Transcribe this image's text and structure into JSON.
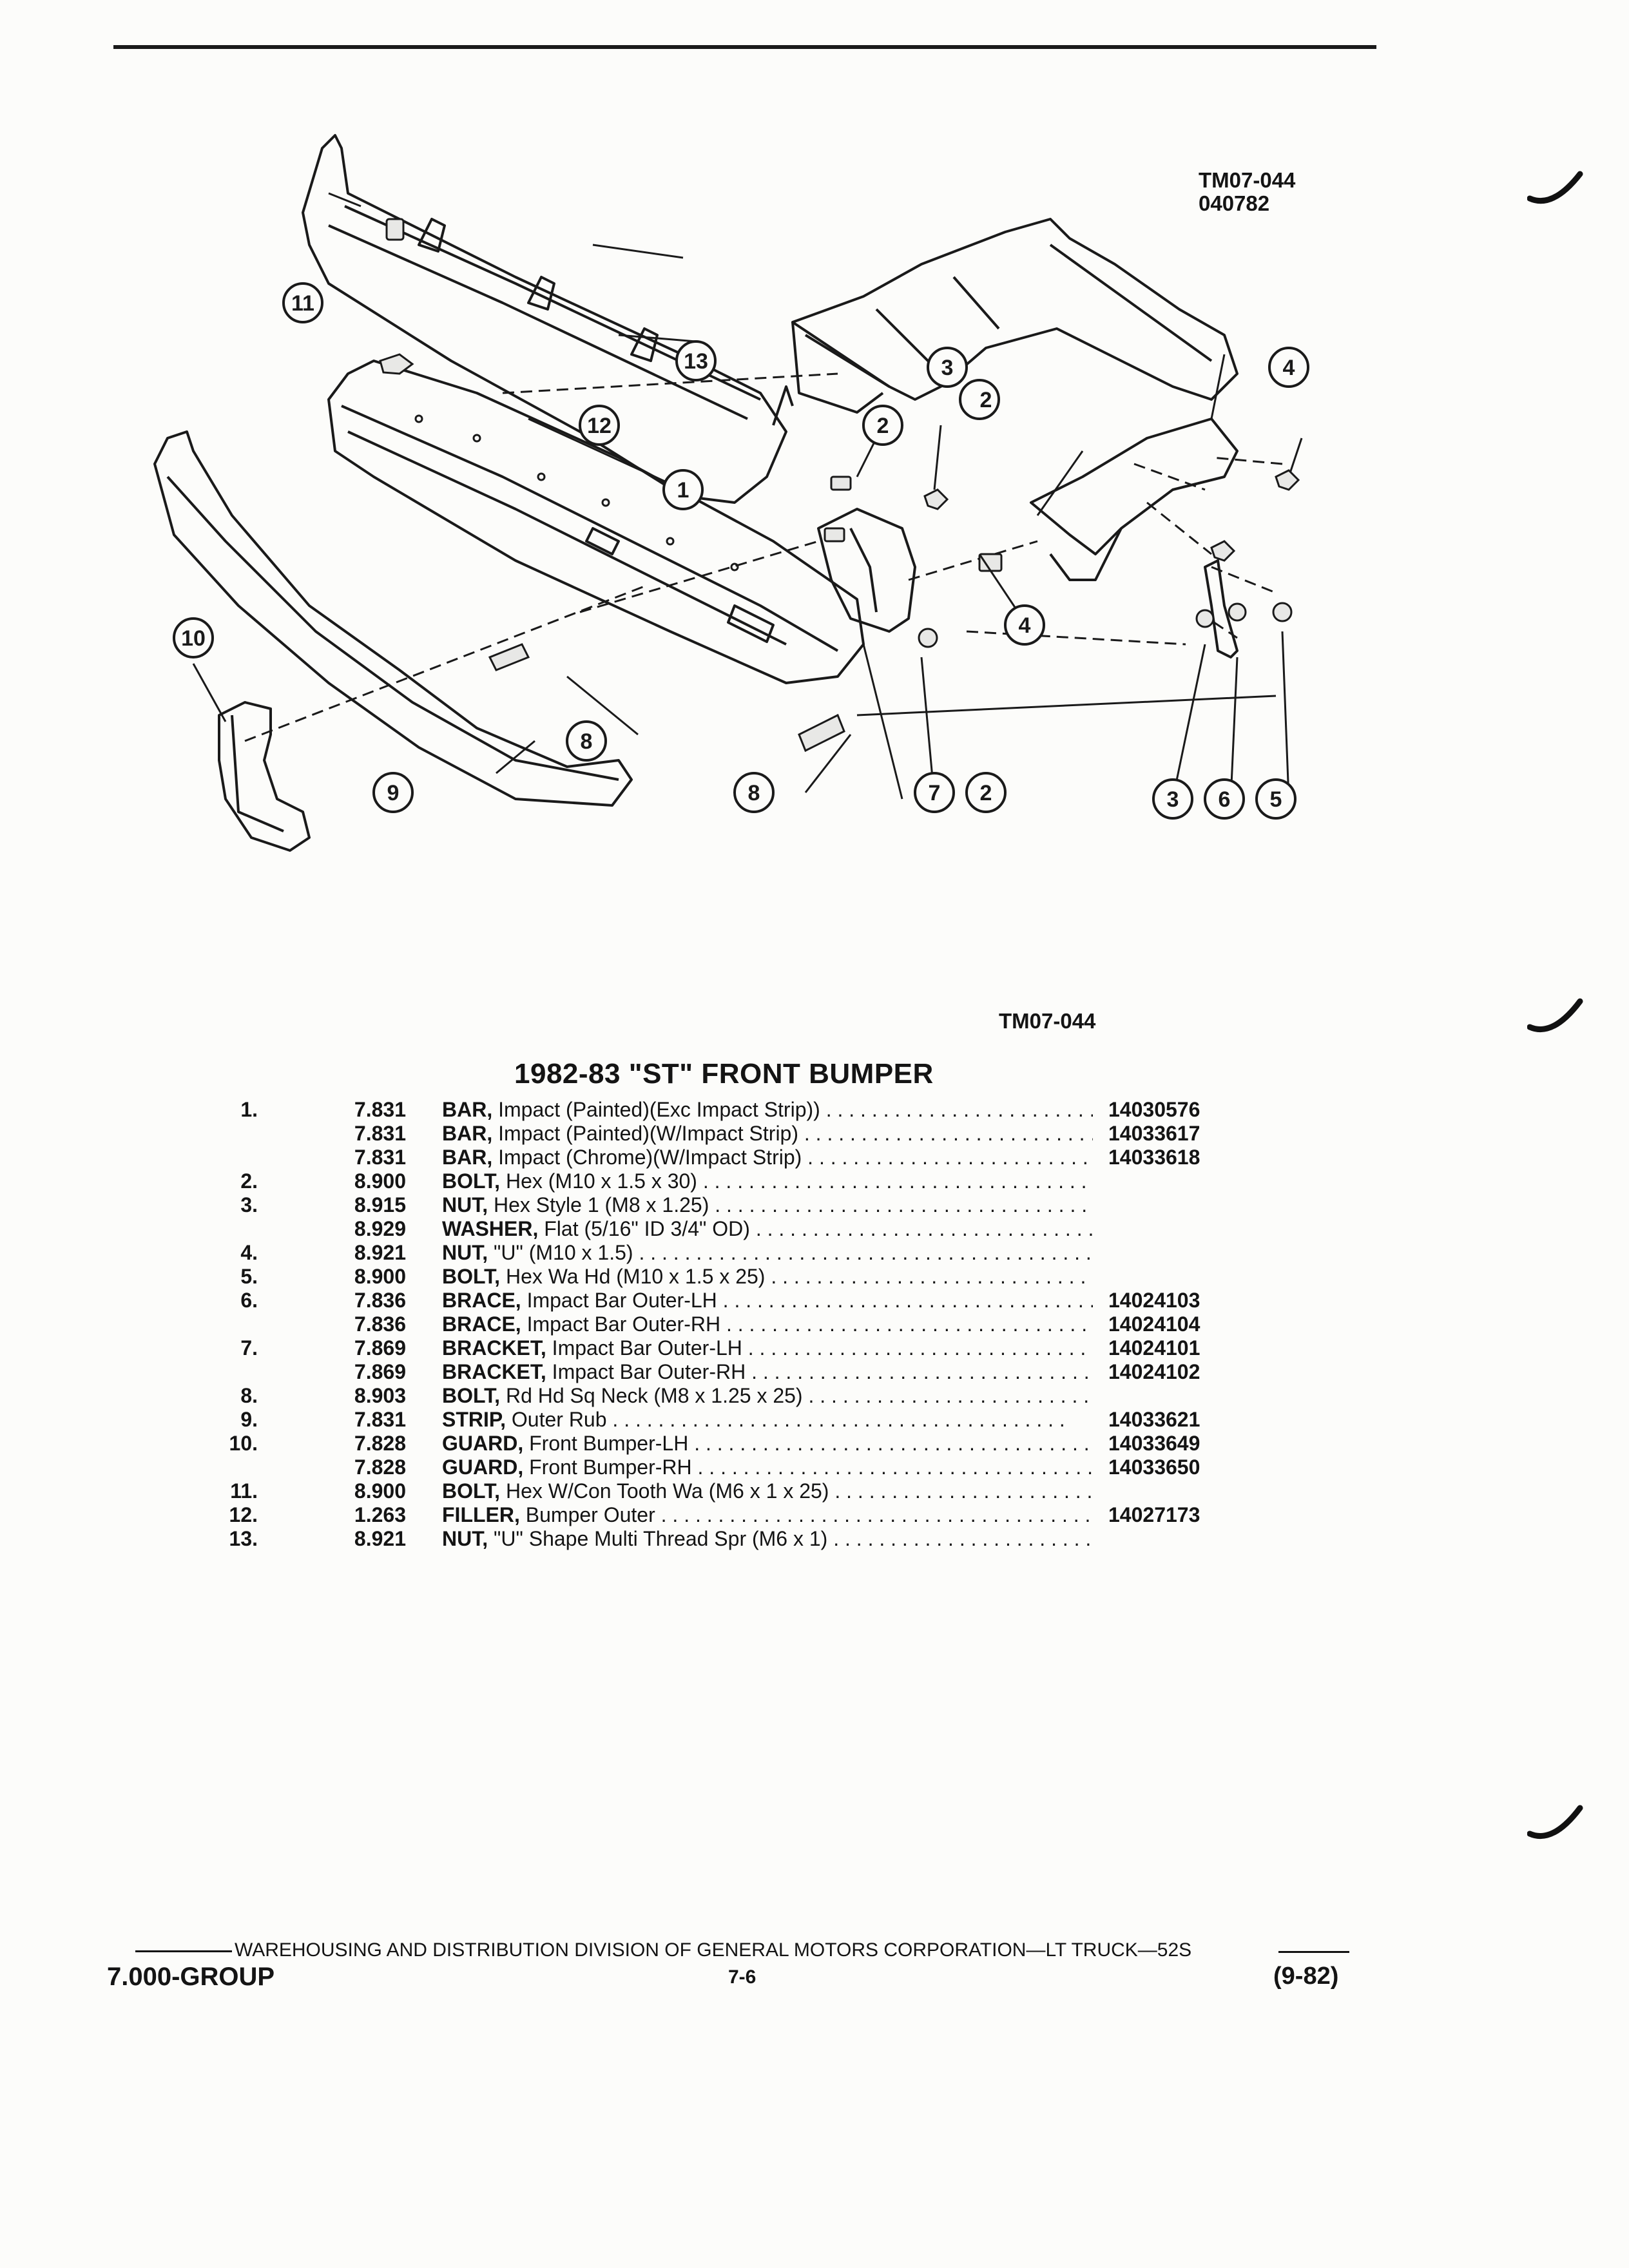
{
  "diagram": {
    "id_lines": [
      "TM07-044",
      "040782"
    ],
    "callouts": [
      "1",
      "2",
      "3",
      "4",
      "5",
      "6",
      "7",
      "8",
      "9",
      "10",
      "11",
      "12",
      "13"
    ],
    "caption": "TM07-044"
  },
  "catalog": {
    "title": "1982-83 \"ST\" FRONT BUMPER",
    "rows": [
      {
        "item": "1.",
        "group": "7.831",
        "name": "BAR,",
        "detail": " Impact (Painted)(Exc Impact Strip))",
        "part": "14030576"
      },
      {
        "item": "",
        "group": "7.831",
        "name": "BAR,",
        "detail": " Impact (Painted)(W/Impact Strip)",
        "part": "14033617"
      },
      {
        "item": "",
        "group": "7.831",
        "name": "BAR,",
        "detail": " Impact (Chrome)(W/Impact Strip)",
        "part": "14033618"
      },
      {
        "item": "2.",
        "group": "8.900",
        "name": "BOLT,",
        "detail": " Hex (M10 x 1.5 x 30)",
        "part": ""
      },
      {
        "item": "3.",
        "group": "8.915",
        "name": "NUT,",
        "detail": " Hex Style 1 (M8 x 1.25)",
        "part": ""
      },
      {
        "item": "",
        "group": "8.929",
        "name": "WASHER,",
        "detail": " Flat (5/16\" ID 3/4\" OD)",
        "part": ""
      },
      {
        "item": "4.",
        "group": "8.921",
        "name": "NUT,",
        "detail": " \"U\" (M10 x 1.5)",
        "part": ""
      },
      {
        "item": "5.",
        "group": "8.900",
        "name": "BOLT,",
        "detail": " Hex Wa Hd (M10 x 1.5 x 25)",
        "part": ""
      },
      {
        "item": "6.",
        "group": "7.836",
        "name": "BRACE,",
        "detail": " Impact Bar Outer-LH",
        "part": "14024103"
      },
      {
        "item": "",
        "group": "7.836",
        "name": "BRACE,",
        "detail": " Impact Bar Outer-RH",
        "part": "14024104"
      },
      {
        "item": "7.",
        "group": "7.869",
        "name": "BRACKET,",
        "detail": " Impact Bar Outer-LH",
        "part": "14024101"
      },
      {
        "item": "",
        "group": "7.869",
        "name": "BRACKET,",
        "detail": " Impact Bar Outer-RH",
        "part": "14024102"
      },
      {
        "item": "8.",
        "group": "8.903",
        "name": "BOLT,",
        "detail": " Rd Hd Sq Neck (M8 x 1.25 x 25)",
        "part": ""
      },
      {
        "item": "9.",
        "group": "7.831",
        "name": "STRIP,",
        "detail": " Outer Rub",
        "part": "14033621"
      },
      {
        "item": "10.",
        "group": "7.828",
        "name": "GUARD,",
        "detail": " Front Bumper-LH",
        "part": "14033649"
      },
      {
        "item": "",
        "group": "7.828",
        "name": "GUARD,",
        "detail": " Front Bumper-RH",
        "part": "14033650"
      },
      {
        "item": "11.",
        "group": "8.900",
        "name": "BOLT,",
        "detail": " Hex W/Con Tooth Wa (M6 x 1 x 25)",
        "part": ""
      },
      {
        "item": "12.",
        "group": "1.263",
        "name": "FILLER,",
        "detail": " Bumper Outer",
        "part": "14027173"
      },
      {
        "item": "13.",
        "group": "8.921",
        "name": "NUT,",
        "detail": " \"U\" Shape Multi Thread Spr (M6 x 1)",
        "part": ""
      }
    ]
  },
  "footer": {
    "division": "WAREHOUSING AND DISTRIBUTION  DIVISION OF GENERAL MOTORS CORPORATION—LT TRUCK—52S",
    "group": "7.000-GROUP",
    "page": "7-6",
    "date": "(9-82)"
  }
}
